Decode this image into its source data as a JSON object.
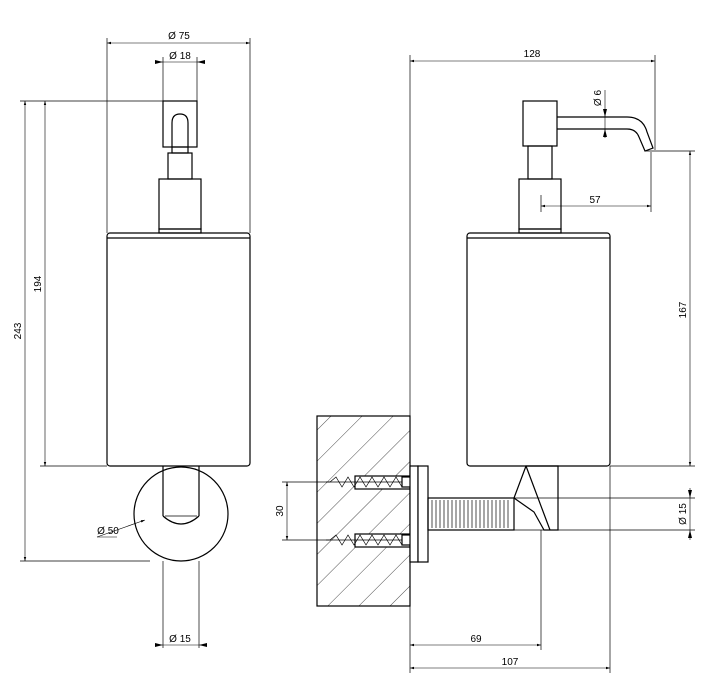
{
  "front": {
    "dia_75": "Ø 75",
    "dia_18": "Ø 18",
    "h_243": "243",
    "h_194": "194",
    "dia_50": "Ø 50",
    "dia_15": "Ø 15"
  },
  "side": {
    "w_128": "128",
    "dia_6": "Ø 6",
    "w_57": "57",
    "h_167": "167",
    "h_30": "30",
    "dia_15": "Ø 15",
    "w_69": "69",
    "w_107": "107"
  }
}
